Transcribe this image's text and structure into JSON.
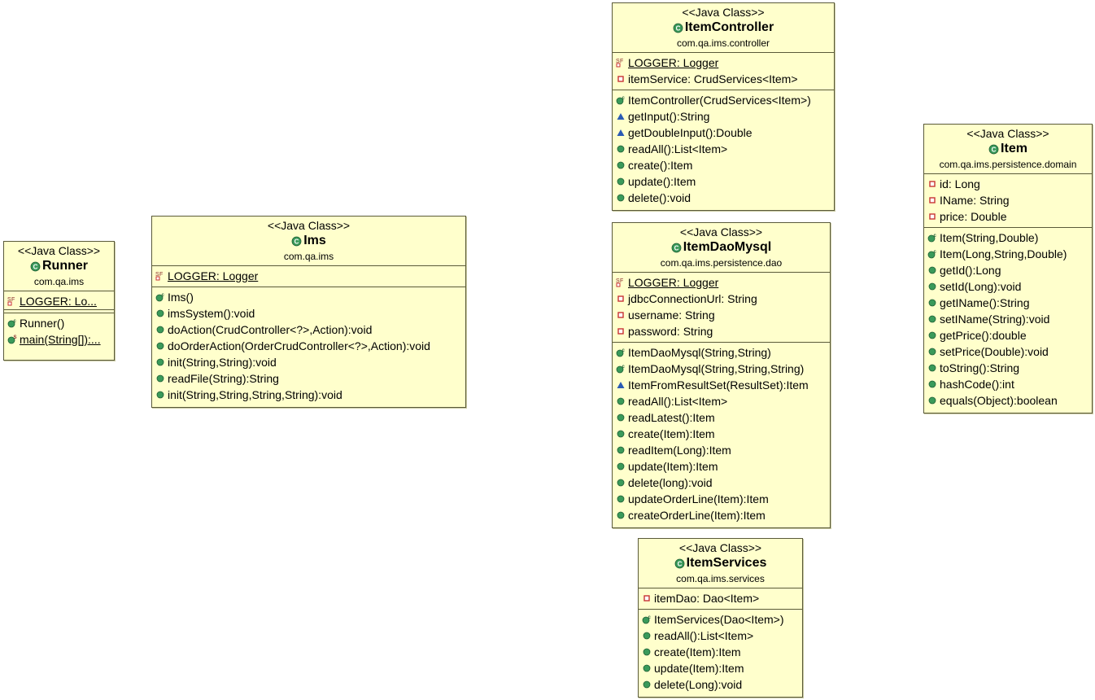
{
  "diagram": {
    "classes": [
      {
        "id": "runner",
        "stereotype": "<<Java Class>>",
        "name": "Runner",
        "package": "com.qa.ims",
        "fields": [
          {
            "vis": "static-final",
            "text": "LOGGER: Lo..."
          }
        ],
        "methods": [
          {
            "vis": "constructor",
            "text": "Runner()"
          },
          {
            "vis": "static",
            "text": "main(String[]):..."
          }
        ]
      },
      {
        "id": "ims",
        "stereotype": "<<Java Class>>",
        "name": "Ims",
        "package": "com.qa.ims",
        "fields": [
          {
            "vis": "static-final",
            "text": "LOGGER: Logger"
          }
        ],
        "methods": [
          {
            "vis": "constructor",
            "text": "Ims()"
          },
          {
            "vis": "public",
            "text": "imsSystem():void"
          },
          {
            "vis": "public",
            "text": "doAction(CrudController<?>,Action):void"
          },
          {
            "vis": "public",
            "text": "doOrderAction(OrderCrudController<?>,Action):void"
          },
          {
            "vis": "public",
            "text": "init(String,String):void"
          },
          {
            "vis": "public",
            "text": "readFile(String):String"
          },
          {
            "vis": "public",
            "text": "init(String,String,String,String):void"
          }
        ]
      },
      {
        "id": "itemcontroller",
        "stereotype": "<<Java Class>>",
        "name": "ItemController",
        "package": "com.qa.ims.controller",
        "fields": [
          {
            "vis": "static-final",
            "text": "LOGGER: Logger"
          },
          {
            "vis": "private",
            "text": "itemService: CrudServices<Item>"
          }
        ],
        "methods": [
          {
            "vis": "constructor",
            "text": "ItemController(CrudServices<Item>)"
          },
          {
            "vis": "package",
            "text": "getInput():String"
          },
          {
            "vis": "package",
            "text": "getDoubleInput():Double"
          },
          {
            "vis": "public",
            "text": "readAll():List<Item>"
          },
          {
            "vis": "public",
            "text": "create():Item"
          },
          {
            "vis": "public",
            "text": "update():Item"
          },
          {
            "vis": "public",
            "text": "delete():void"
          }
        ]
      },
      {
        "id": "itemdaomysql",
        "stereotype": "<<Java Class>>",
        "name": "ItemDaoMysql",
        "package": "com.qa.ims.persistence.dao",
        "fields": [
          {
            "vis": "static-final",
            "text": "LOGGER: Logger"
          },
          {
            "vis": "private",
            "text": "jdbcConnectionUrl: String"
          },
          {
            "vis": "private",
            "text": "username: String"
          },
          {
            "vis": "private",
            "text": "password: String"
          }
        ],
        "methods": [
          {
            "vis": "constructor",
            "text": "ItemDaoMysql(String,String)"
          },
          {
            "vis": "constructor",
            "text": "ItemDaoMysql(String,String,String)"
          },
          {
            "vis": "package",
            "text": "ItemFromResultSet(ResultSet):Item"
          },
          {
            "vis": "public",
            "text": "readAll():List<Item>"
          },
          {
            "vis": "public",
            "text": "readLatest():Item"
          },
          {
            "vis": "public",
            "text": "create(Item):Item"
          },
          {
            "vis": "public",
            "text": "readItem(Long):Item"
          },
          {
            "vis": "public",
            "text": "update(Item):Item"
          },
          {
            "vis": "public",
            "text": "delete(long):void"
          },
          {
            "vis": "public",
            "text": "updateOrderLine(Item):Item"
          },
          {
            "vis": "public",
            "text": "createOrderLine(Item):Item"
          }
        ]
      },
      {
        "id": "itemservices",
        "stereotype": "<<Java Class>>",
        "name": "ItemServices",
        "package": "com.qa.ims.services",
        "fields": [
          {
            "vis": "private",
            "text": "itemDao: Dao<Item>"
          }
        ],
        "methods": [
          {
            "vis": "constructor",
            "text": "ItemServices(Dao<Item>)"
          },
          {
            "vis": "public",
            "text": "readAll():List<Item>"
          },
          {
            "vis": "public",
            "text": "create(Item):Item"
          },
          {
            "vis": "public",
            "text": "update(Item):Item"
          },
          {
            "vis": "public",
            "text": "delete(Long):void"
          }
        ]
      },
      {
        "id": "item",
        "stereotype": "<<Java Class>>",
        "name": "Item",
        "package": "com.qa.ims.persistence.domain",
        "fields": [
          {
            "vis": "private",
            "text": "id: Long"
          },
          {
            "vis": "private",
            "text": "IName: String"
          },
          {
            "vis": "private",
            "text": "price: Double"
          }
        ],
        "methods": [
          {
            "vis": "constructor",
            "text": "Item(String,Double)"
          },
          {
            "vis": "constructor",
            "text": "Item(Long,String,Double)"
          },
          {
            "vis": "public",
            "text": "getId():Long"
          },
          {
            "vis": "public",
            "text": "setId(Long):void"
          },
          {
            "vis": "public",
            "text": "getIName():String"
          },
          {
            "vis": "public",
            "text": "setIName(String):void"
          },
          {
            "vis": "public",
            "text": "getPrice():double"
          },
          {
            "vis": "public",
            "text": "setPrice(Double):void"
          },
          {
            "vis": "public",
            "text": "toString():String"
          },
          {
            "vis": "public",
            "text": "hashCode():int"
          },
          {
            "vis": "public",
            "text": "equals(Object):boolean"
          }
        ]
      }
    ],
    "colors": {
      "class_fill": "#ffffcc",
      "class_border": "#5a5a3a",
      "public_icon": "#3a9a5a",
      "private_icon": "#c83232",
      "package_icon": "#2a5ab4",
      "static_marker": "#8a2a2a"
    },
    "icon_names": {
      "class": "class-icon",
      "public": "public-method-icon",
      "private": "private-field-icon",
      "package": "package-visibility-icon",
      "constructor": "constructor-icon",
      "static": "static-method-icon",
      "static-final": "static-final-field-icon"
    }
  }
}
